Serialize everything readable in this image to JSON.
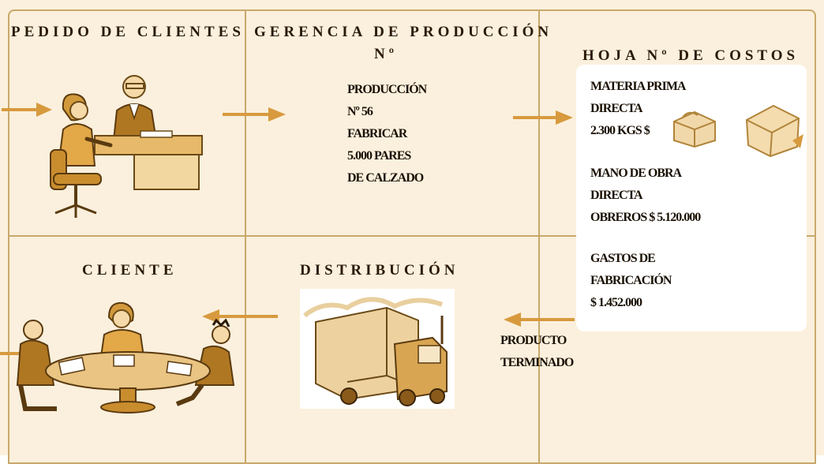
{
  "colors": {
    "background": "#fbf0dd",
    "border": "#c9a86a",
    "arrow": "#d89a3e",
    "ink": "#1a1003",
    "illustration": "#c98d2e"
  },
  "cells": {
    "pedido": {
      "title": "PEDIDO DE CLIENTES"
    },
    "gerencia": {
      "title_line1": "GERENCIA DE PRODUCCIÓN",
      "title_line2": "Nº",
      "lines": [
        "PRODUCCIÓN",
        "Nº 56",
        "FABRICAR",
        "5.000 PARES",
        "DE CALZADO"
      ]
    },
    "hoja": {
      "title": "HOJA Nº DE COSTOS",
      "materia": [
        "MATERIA PRIMA",
        "DIRECTA",
        "2.300 KGS $"
      ],
      "mano": [
        "MANO DE OBRA",
        "DIRECTA",
        "OBREROS $ 5.120.000"
      ],
      "gastos": [
        "GASTOS DE",
        "FABRICACIÓN",
        "$ 1.452.000"
      ]
    },
    "cliente": {
      "title": "CLIENTE"
    },
    "distribucion": {
      "title": "DISTRIBUCIÓN"
    },
    "producto": [
      "PRODUCTO",
      "TERMINADO"
    ]
  },
  "icons": [
    "office-desk-illustration-icon",
    "raw-material-box-icon",
    "box-icon",
    "meeting-table-illustration-icon",
    "delivery-truck-illustration-icon"
  ]
}
